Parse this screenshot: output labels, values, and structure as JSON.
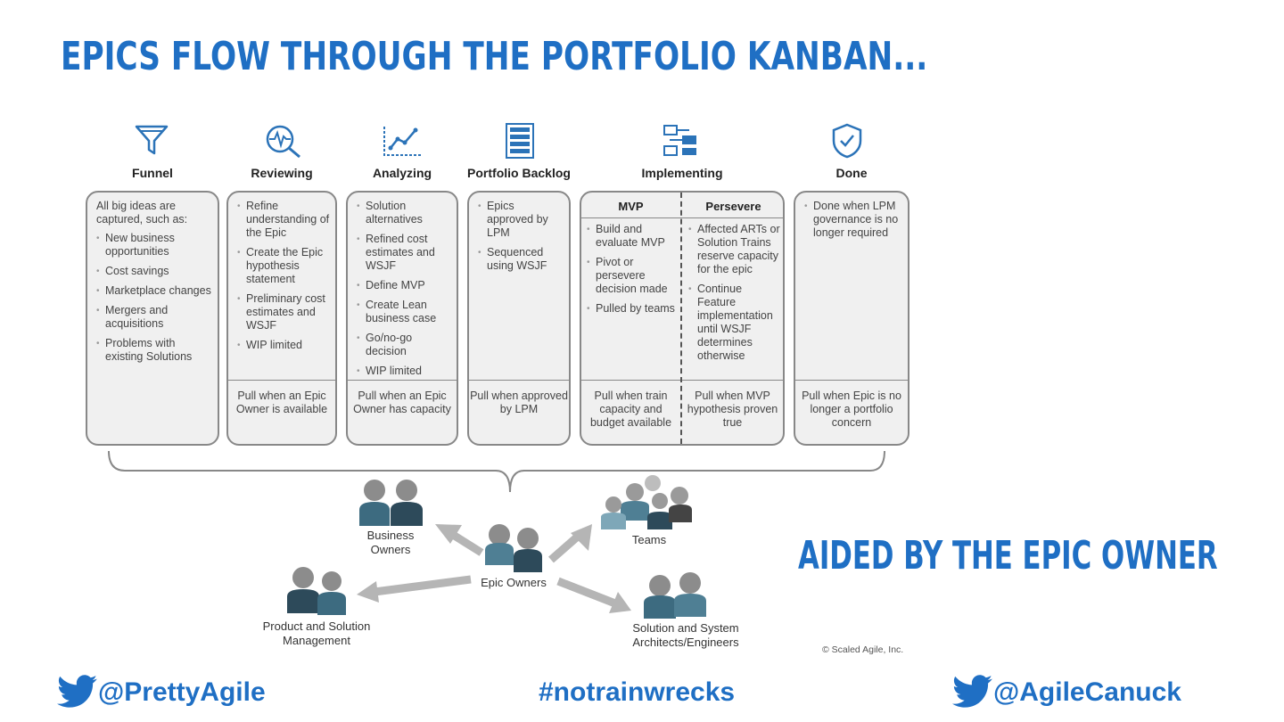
{
  "slide": {
    "title": "EPICS FLOW THROUGH THE PORTFOLIO KANBAN...",
    "aided": "AIDED BY THE EPIC OWNER",
    "copyright": "© Scaled Agile, Inc.",
    "footer": {
      "left_handle": "@PrettyAgile",
      "hashtag": "#notrainwrecks",
      "right_handle": "@AgileCanuck"
    }
  },
  "columns": {
    "funnel": {
      "icon": "funnel-icon",
      "heading": "Funnel",
      "lead": "All big ideas are captured, such as:",
      "items": [
        "New business opportunities",
        "Cost savings",
        "Marketplace changes",
        "Mergers and acquisitions",
        "Problems with existing Solutions"
      ]
    },
    "reviewing": {
      "icon": "magnifier-pulse-icon",
      "heading": "Reviewing",
      "items": [
        "Refine understanding of the Epic",
        "Create the Epic hypothesis statement",
        "Preliminary cost estimates and WSJF",
        "WIP limited"
      ],
      "pull": "Pull when an Epic Owner is available"
    },
    "analyzing": {
      "icon": "line-chart-icon",
      "heading": "Analyzing",
      "items": [
        "Solution alternatives",
        "Refined cost estimates and WSJF",
        "Define MVP",
        "Create Lean business case",
        "Go/no-go decision",
        "WIP limited"
      ],
      "pull": "Pull when an Epic Owner has capacity"
    },
    "backlog": {
      "icon": "backlog-stack-icon",
      "heading": "Portfolio Backlog",
      "items": [
        "Epics approved by LPM",
        "Sequenced using WSJF"
      ],
      "pull": "Pull when approved by LPM"
    },
    "implementing": {
      "icon": "implementing-icon",
      "heading": "Implementing",
      "mvp": {
        "heading": "MVP",
        "items": [
          "Build and evaluate MVP",
          "Pivot or persevere decision made",
          "Pulled by teams"
        ],
        "pull": "Pull when train capacity and budget available"
      },
      "persevere": {
        "heading": "Persevere",
        "items": [
          "Affected ARTs or Solution Trains reserve capacity for the epic",
          "Continue Feature implementation until WSJF determines otherwise"
        ],
        "pull": "Pull when MVP hypothesis proven true"
      }
    },
    "done": {
      "icon": "shield-check-icon",
      "heading": "Done",
      "items": [
        "Done when LPM governance is no longer required"
      ],
      "pull": "Pull when Epic is no longer a portfolio concern"
    }
  },
  "roles": {
    "center": "Epic Owners",
    "business": "Business Owners",
    "teams": "Teams",
    "product": "Product and Solution Management",
    "architects": "Solution and System Architects/Engineers"
  },
  "colors": {
    "title_blue": "#1f6fc4",
    "icon_blue": "#2b73b8",
    "person_teal": "#3d6b80",
    "person_gray": "#8c8c8c"
  }
}
